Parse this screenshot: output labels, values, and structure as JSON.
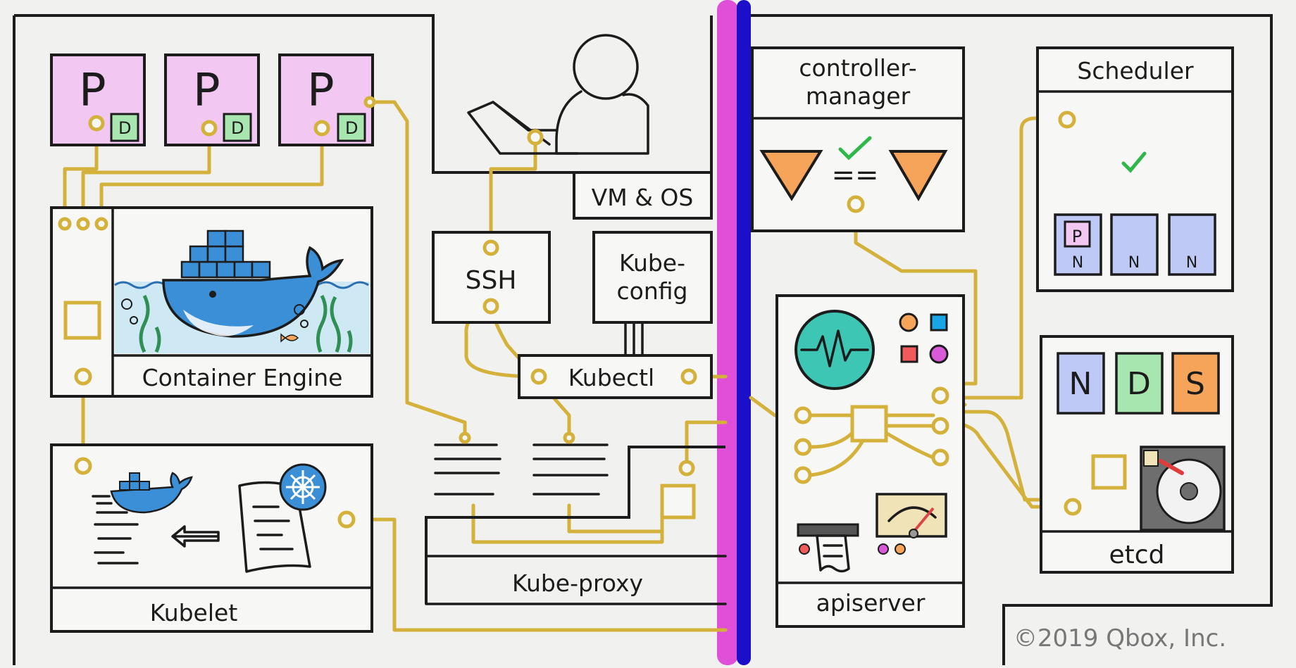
{
  "colors": {
    "wire": "#d4b13a",
    "pod_fill": "#f2c8f2",
    "badge_fill": "#a8e6b0",
    "left_divider": "#e04fd8",
    "right_divider": "#1b10c8",
    "triangle": "#f5a45a",
    "check": "#2fb84a",
    "node_blue": "#bfc9f5",
    "etcd_n": "#bfc9f5",
    "etcd_d": "#a8e6b0",
    "etcd_s": "#f5a45a",
    "scope": "#3ec6b4",
    "whale": "#3b8fd6",
    "disk": "#6e6e6e"
  },
  "icons": [
    "laptop-user-icon",
    "docker-whale-icon",
    "kubernetes-wheel-icon",
    "arrow-left-icon",
    "document-icon",
    "oscilloscope-icon",
    "gauge-icon",
    "receipt-printer-icon",
    "hard-disk-icon",
    "checkmark-icon",
    "fish-icon"
  ],
  "worker_node": {
    "pods": [
      {
        "label": "P",
        "badge": "D"
      },
      {
        "label": "P",
        "badge": "D"
      },
      {
        "label": "P",
        "badge": "D"
      }
    ],
    "vm_os": "VM & OS",
    "ssh": "SSH",
    "kubeconfig_line1": "Kube-",
    "kubeconfig_line2": "config",
    "kubectl": "Kubectl",
    "container_engine": "Container Engine",
    "kubelet": "Kubelet",
    "kube_proxy": "Kube-proxy"
  },
  "control_plane": {
    "controller_manager_line1": "controller-",
    "controller_manager_line2": "manager",
    "controller_manager_equals": "==",
    "scheduler": "Scheduler",
    "scheduler_pod": "P",
    "scheduler_nodes": [
      "N",
      "N",
      "N"
    ],
    "apiserver": "apiserver",
    "etcd": "etcd",
    "etcd_items": [
      "N",
      "D",
      "S"
    ]
  },
  "copyright": "©2019 Qbox, Inc."
}
